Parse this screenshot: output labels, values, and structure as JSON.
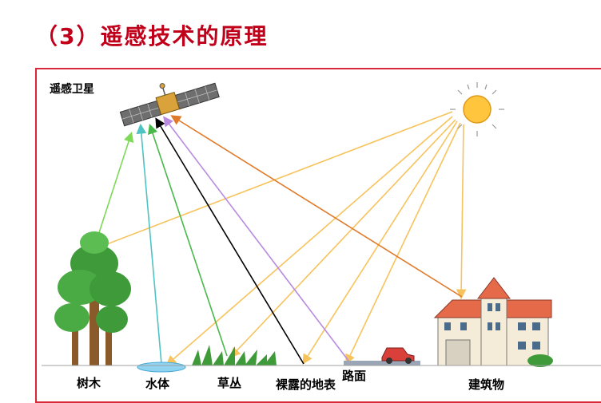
{
  "title": "（3）遥感技术的原理",
  "labels": {
    "satellite": "遥感卫星",
    "tree": "树木",
    "water": "水体",
    "grass": "草丛",
    "bare_ground": "裸露的地表",
    "road": "路面",
    "building": "建筑物"
  },
  "colors": {
    "title": "#c0001a",
    "frame": "#d9283a",
    "sun_ray": "#f7c35c",
    "tree_reflection": "#7ed957",
    "water_reflection": "#4fc3c3",
    "grass_reflection": "#48b84a",
    "bare_ground_reflection": "#000000",
    "road_reflection": "#b98be0",
    "building_reflection": "#e07a2a"
  }
}
